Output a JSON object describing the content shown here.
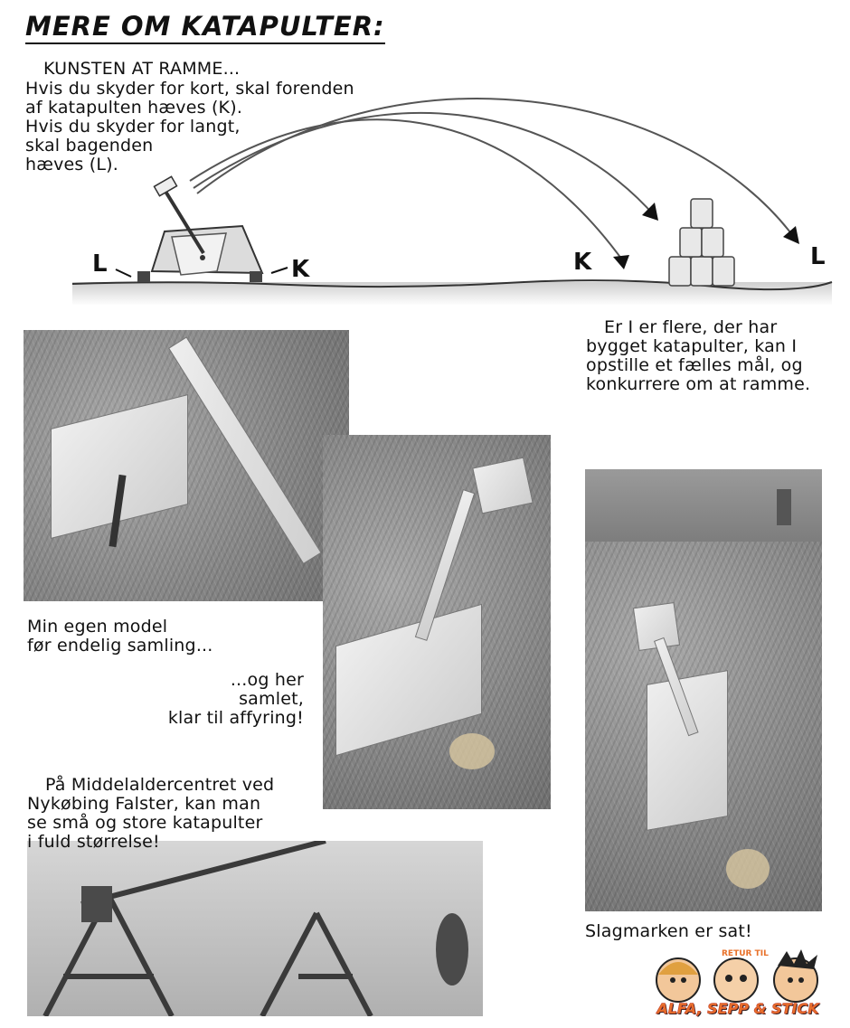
{
  "title": "MERE OM KATAPULTER:",
  "intro": {
    "heading": "KUNSTEN AT RAMME...",
    "lines": [
      "Hvis du skyder for kort, skal forenden",
      "af katapulten hæves (K).",
      "Hvis du skyder for langt,",
      "skal bagenden",
      "hæves (L)."
    ]
  },
  "diagram_labels": {
    "left_l": "L",
    "left_k": "K",
    "target_k": "K",
    "target_l": "L"
  },
  "group_text": [
    "Er I er flere, der har",
    "bygget katapulter, kan I",
    "opstille et fælles mål, og",
    "konkurrere om at ramme."
  ],
  "caption_model": [
    "Min egen model",
    "før endelig samling..."
  ],
  "caption_assembled": [
    "...og her samlet,",
    "klar til affyring!"
  ],
  "caption_center": [
    "På Middelaldercentret ved",
    "Nykøbing Falster, kan man",
    "se små og store katapulter",
    "i fuld størrelse!"
  ],
  "caption_field": "Slagmarken er sat!",
  "logo": {
    "small_text": "RETUR TIL",
    "names": "ALFA, SEPP & STICK"
  },
  "colors": {
    "ink": "#111111",
    "photo_gray": "#8a8a8a",
    "logo_orange": "#e8712a",
    "logo_red": "#c0392b"
  }
}
